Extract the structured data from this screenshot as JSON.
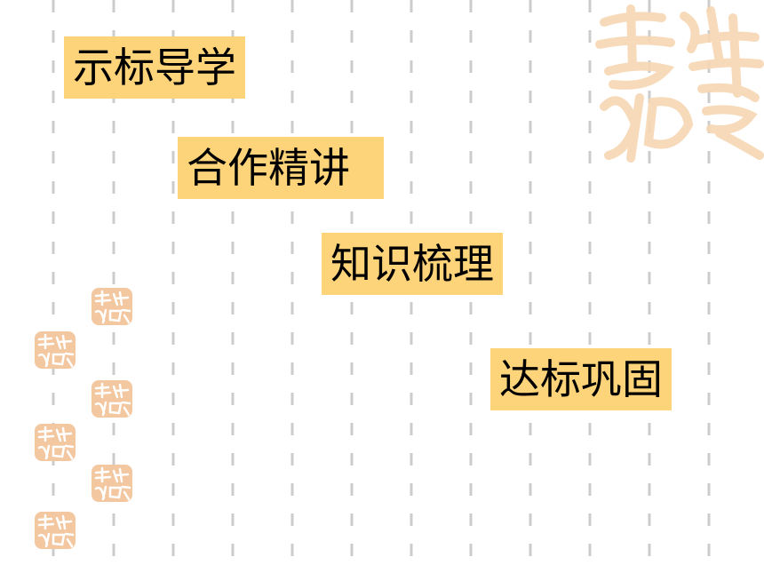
{
  "slide": {
    "items": [
      {
        "label": "示标导学"
      },
      {
        "label": "合作精讲"
      },
      {
        "label": "知识梳理"
      },
      {
        "label": "达标巩固"
      }
    ],
    "watermark_text": "吉祥如意"
  },
  "colors": {
    "label_background": "#fed47a",
    "dash_lines": "#cccccc",
    "seal_tint": "#f6d7b3",
    "stamp_tint": "#f3c7a0"
  }
}
